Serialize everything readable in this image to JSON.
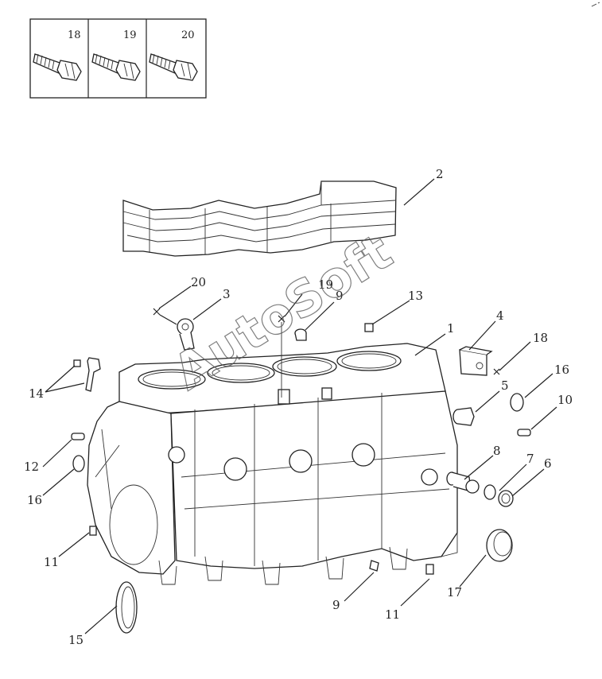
{
  "inset": {
    "labels": [
      "18",
      "19",
      "20"
    ]
  },
  "callouts": {
    "c1": "1",
    "c2": "2",
    "c3": "3",
    "c4": "4",
    "c5": "5",
    "c6": "6",
    "c7": "7",
    "c8": "8",
    "c9a": "9",
    "c9b": "9",
    "c10": "10",
    "c11a": "11",
    "c11b": "11",
    "c12": "12",
    "c13": "13",
    "c14": "14",
    "c15": "15",
    "c16a": "16",
    "c16b": "16",
    "c17": "17",
    "c18": "18",
    "c19": "19",
    "c20": "20"
  },
  "watermark": "AutoSoft"
}
